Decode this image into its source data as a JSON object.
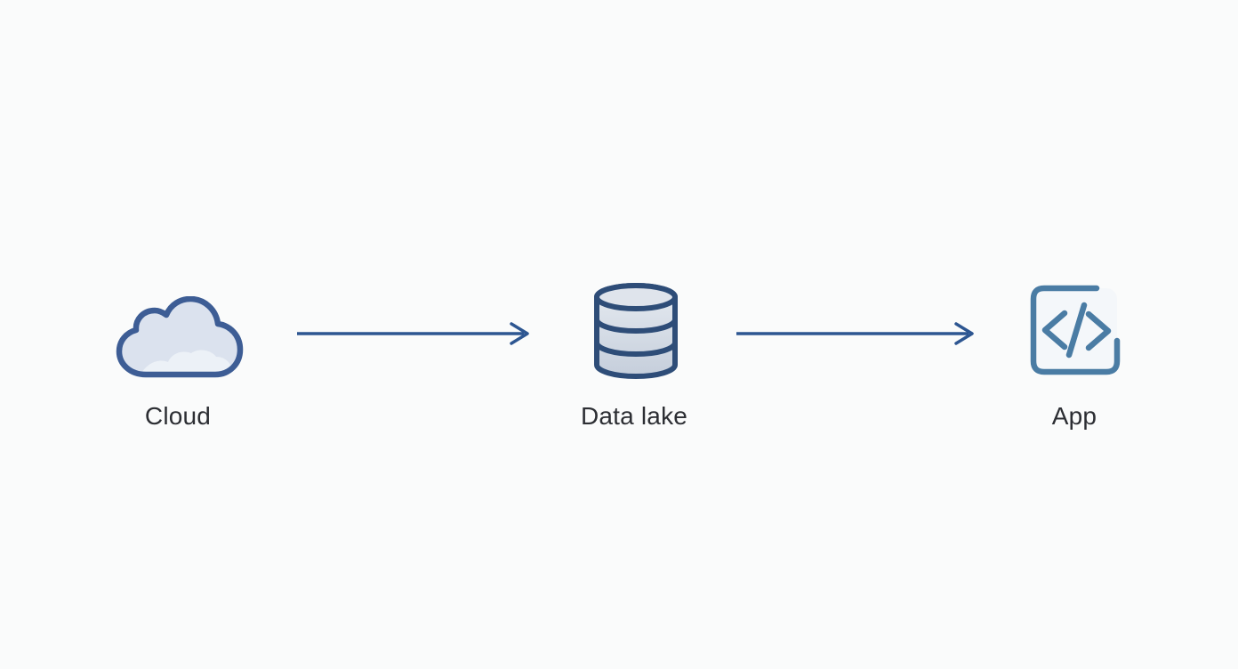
{
  "diagram": {
    "type": "flow-diagram",
    "background_color": "#fafbfb",
    "nodes": [
      {
        "id": "cloud",
        "label": "Cloud",
        "icon": "cloud-icon"
      },
      {
        "id": "data-lake",
        "label": "Data lake",
        "icon": "database-icon"
      },
      {
        "id": "app",
        "label": "App",
        "icon": "code-icon"
      }
    ],
    "connections": [
      {
        "from": "cloud",
        "to": "data-lake",
        "style": "straight-arrow"
      },
      {
        "from": "data-lake",
        "to": "app",
        "style": "straight-arrow"
      }
    ],
    "colors": {
      "arrow": "#2d5691",
      "cloud_outline": "#3d5d95",
      "cloud_fill": "#dbe2ee",
      "cloud_inner_highlight": "#ecf1f7",
      "db_outline": "#2e4d78",
      "db_fill_top": "#e6ebf1",
      "db_fill_bottom": "#c5cedb",
      "db_cap_fill": "#dfe4ec",
      "app_outline": "#4a7ca4",
      "app_fill": "#f4f7fa",
      "label_text": "#2c2e33"
    }
  }
}
